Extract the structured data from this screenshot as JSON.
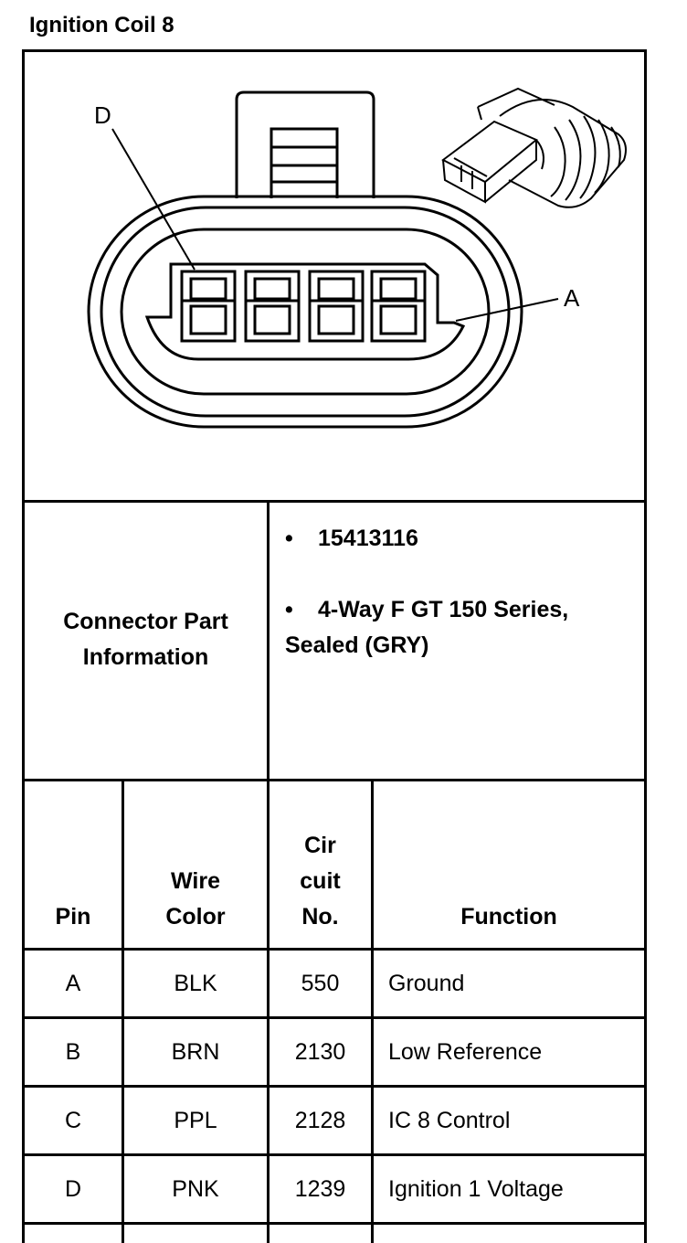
{
  "title": "Ignition Coil 8",
  "diagram": {
    "label_d": "D",
    "label_a": "A"
  },
  "connector_info": {
    "label": "Connector Part Information",
    "items": [
      "15413116",
      "4-Way F GT 150 Series, Sealed (GRY)"
    ],
    "bullet": "•"
  },
  "table": {
    "headers": {
      "pin": "Pin",
      "wire_color": "Wire Color",
      "circuit_no": "Cir cuit No.",
      "function": "Function"
    },
    "rows": [
      {
        "pin": "A",
        "wire_color": "BLK",
        "circuit": "550",
        "function": "Ground"
      },
      {
        "pin": "B",
        "wire_color": "BRN",
        "circuit": "2130",
        "function": "Low Reference"
      },
      {
        "pin": "C",
        "wire_color": "PPL",
        "circuit": "2128",
        "function": "IC 8 Control"
      },
      {
        "pin": "D",
        "wire_color": "PNK",
        "circuit": "1239",
        "function": "Ignition 1 Voltage"
      }
    ]
  }
}
